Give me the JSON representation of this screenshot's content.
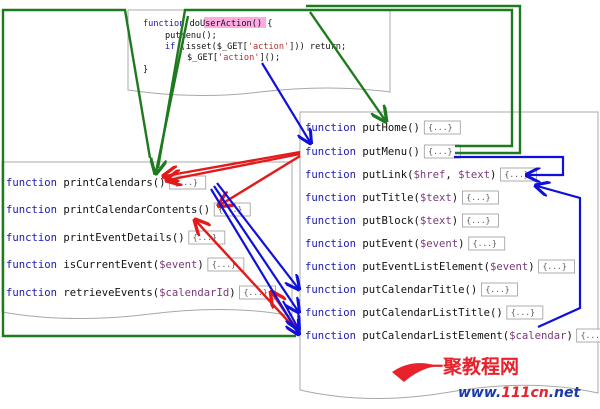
{
  "colors": {
    "keyword": "#1a1ab0",
    "string": "#b03030",
    "variable": "#7a3a7a",
    "highlight": "#ff66cc",
    "green_arrow": "#1e7a1e",
    "red_arrow": "#e21a1a",
    "blue_arrow": "#1010dd",
    "logo_red": "#e8212b",
    "logo_blue": "#1a3aa8"
  },
  "top_code": {
    "line1": {
      "kw": "function",
      "name": "doUserAction",
      "rest": "() {"
    },
    "line2": {
      "text": "putMenu();"
    },
    "line3": {
      "kw": "if",
      "open": " (",
      "fn": "isset",
      "mid": "($_GET[",
      "str": "'action'",
      "end": "])) return;"
    },
    "line4": {
      "pre": "$_GET[",
      "str": "'action'",
      "post": "]();"
    },
    "line5": {
      "text": "}"
    }
  },
  "left_functions": [
    {
      "keyword": "function",
      "name": "printCalendars()",
      "var": "",
      "tail": "",
      "placeholder": "{...}"
    },
    {
      "keyword": "function",
      "name": "printCalendarContents()",
      "var": "",
      "tail": "",
      "placeholder": "{...}"
    },
    {
      "keyword": "function",
      "name": "printEventDetails()",
      "var": "",
      "tail": "",
      "placeholder": "{...}"
    },
    {
      "keyword": "function",
      "name": "isCurrentEvent(",
      "var": "$event",
      "tail": ")",
      "placeholder": "{...}"
    },
    {
      "keyword": "function",
      "name": "retrieveEvents(",
      "var": "$calendarId",
      "tail": ")",
      "placeholder": "{...}"
    }
  ],
  "right_functions": [
    {
      "keyword": "function",
      "name": "putHome()",
      "params": [],
      "placeholder": "{...}"
    },
    {
      "keyword": "function",
      "name": "putMenu()",
      "params": [],
      "placeholder": "{...}"
    },
    {
      "keyword": "function",
      "name": "putLink(",
      "params": [
        "$href",
        ", ",
        "$text",
        ")"
      ],
      "placeholder": "{...}"
    },
    {
      "keyword": "function",
      "name": "putTitle(",
      "params": [
        "$text",
        ")"
      ],
      "placeholder": "{...}"
    },
    {
      "keyword": "function",
      "name": "putBlock(",
      "params": [
        "$text",
        ")"
      ],
      "placeholder": "{...}"
    },
    {
      "keyword": "function",
      "name": "putEvent(",
      "params": [
        "$event",
        ")"
      ],
      "placeholder": "{...}"
    },
    {
      "keyword": "function",
      "name": "putEventListElement(",
      "params": [
        "$event",
        ")"
      ],
      "placeholder": "{...}"
    },
    {
      "keyword": "function",
      "name": "putCalendarTitle()",
      "params": [],
      "placeholder": "{...}"
    },
    {
      "keyword": "function",
      "name": "putCalendarListTitle()",
      "params": [],
      "placeholder": "{...}"
    },
    {
      "keyword": "function",
      "name": "putCalendarListElement(",
      "params": [
        "$calendar",
        ")"
      ],
      "placeholder": "{...}"
    }
  ],
  "watermark": {
    "cn_text": "一聚教程网",
    "url_prefix": "www.",
    "url_mid": "111cn",
    "url_suffix": ".net"
  }
}
